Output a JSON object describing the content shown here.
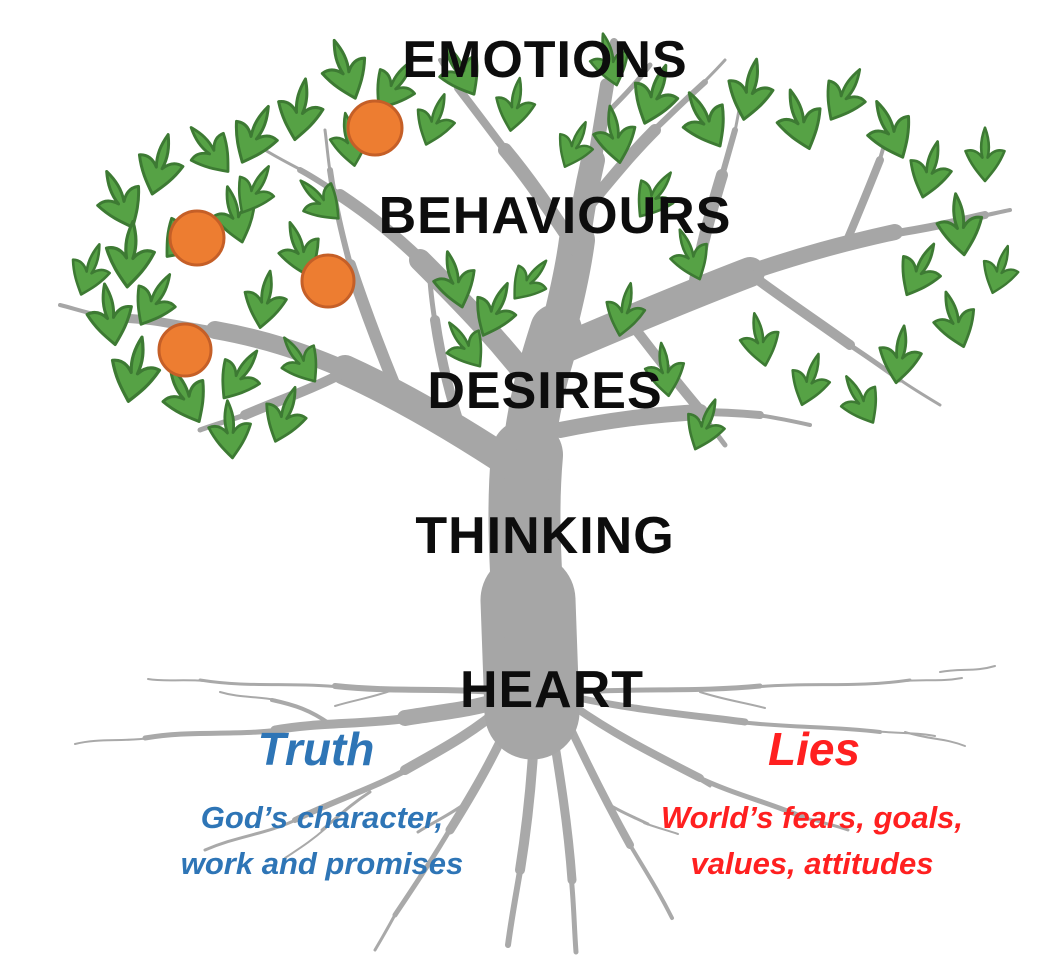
{
  "diagram": {
    "title_hidden": "",
    "tiers": {
      "emotions": "EMOTIONS",
      "behaviours": "BEHAVIOURS",
      "desires": "DESIRES",
      "thinking": "THINKING",
      "heart": "HEART"
    },
    "truth": {
      "title": "Truth",
      "line1": "God’s character,",
      "line2": "work and promises",
      "color": "#2e75b6"
    },
    "lies": {
      "title": "Lies",
      "line1": "World’s fears, goals,",
      "line2": "values, attitudes",
      "color": "#ff2020"
    },
    "colors": {
      "leaf_fill": "#56a245",
      "leaf_outline": "#3d7a33",
      "fruit_fill": "#ed7d31",
      "fruit_outline": "#c55f27",
      "trunk": "#a6a6a6",
      "text": "#0d0d0d",
      "background": "#ffffff"
    },
    "icons": {
      "tree": "tree-illustration",
      "fruit": "fruit-icon",
      "leaf": "leaf-icon"
    }
  }
}
